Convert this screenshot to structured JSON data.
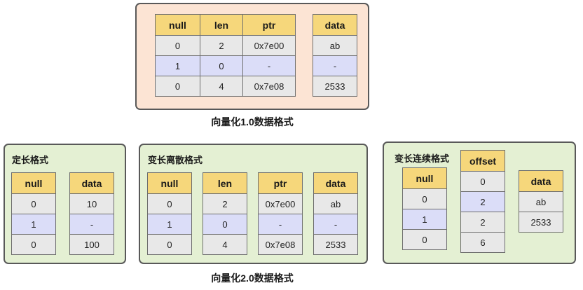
{
  "captions": {
    "v1": "向量化1.0数据格式",
    "v2": "向量化2.0数据格式"
  },
  "colors": {
    "v1_panel_bg": "#fce4d4",
    "v2_panel_bg": "#e4f0d3",
    "header_bg": "#f6d77b",
    "cell_bg": "#e8e8e8",
    "null_row_bg": "#dbddf8",
    "panel_border": "#595959",
    "cell_border": "#6e6e6e"
  },
  "v1": {
    "groups": [
      {
        "name": "null-len-ptr",
        "merged": true,
        "highlight": [
          1
        ],
        "columns": [
          {
            "header": "null",
            "cells": [
              "0",
              "1",
              "0"
            ]
          },
          {
            "header": "len",
            "cells": [
              "2",
              "0",
              "4"
            ]
          },
          {
            "header": "ptr",
            "cells": [
              "0x7e00",
              "-",
              "0x7e08"
            ]
          }
        ]
      },
      {
        "name": "data",
        "merged": false,
        "highlight": [
          1
        ],
        "columns": [
          {
            "header": "data",
            "cells": [
              "ab",
              "-",
              "2533"
            ]
          }
        ]
      }
    ]
  },
  "v2": {
    "panels": [
      {
        "label": "定长格式",
        "groups": [
          {
            "name": "null",
            "highlight": [
              1
            ],
            "columns": [
              {
                "header": "null",
                "cells": [
                  "0",
                  "1",
                  "0"
                ]
              }
            ]
          },
          {
            "name": "data",
            "highlight": [
              1
            ],
            "columns": [
              {
                "header": "data",
                "cells": [
                  "10",
                  "-",
                  "100"
                ]
              }
            ]
          }
        ]
      },
      {
        "label": "变长离散格式",
        "groups": [
          {
            "name": "null",
            "highlight": [
              1
            ],
            "columns": [
              {
                "header": "null",
                "cells": [
                  "0",
                  "1",
                  "0"
                ]
              }
            ]
          },
          {
            "name": "len",
            "highlight": [
              1
            ],
            "columns": [
              {
                "header": "len",
                "cells": [
                  "2",
                  "0",
                  "4"
                ]
              }
            ]
          },
          {
            "name": "ptr",
            "highlight": [
              1
            ],
            "columns": [
              {
                "header": "ptr",
                "cells": [
                  "0x7e00",
                  "-",
                  "0x7e08"
                ]
              }
            ]
          },
          {
            "name": "data",
            "highlight": [
              1
            ],
            "columns": [
              {
                "header": "data",
                "cells": [
                  "ab",
                  "-",
                  "2533"
                ]
              }
            ]
          }
        ]
      },
      {
        "label": "变长连续格式",
        "groups": [
          {
            "name": "null",
            "highlight": [
              1
            ],
            "columns": [
              {
                "header": "null",
                "cells": [
                  "0",
                  "1",
                  "0"
                ]
              }
            ]
          },
          {
            "name": "offset",
            "highlight": [
              1
            ],
            "columns": [
              {
                "header": "offset",
                "cells": [
                  "0",
                  "2",
                  "2",
                  "6"
                ]
              }
            ]
          },
          {
            "name": "data",
            "highlight": [],
            "columns": [
              {
                "header": "data",
                "cells": [
                  "ab",
                  "2533"
                ]
              }
            ]
          }
        ]
      }
    ]
  }
}
